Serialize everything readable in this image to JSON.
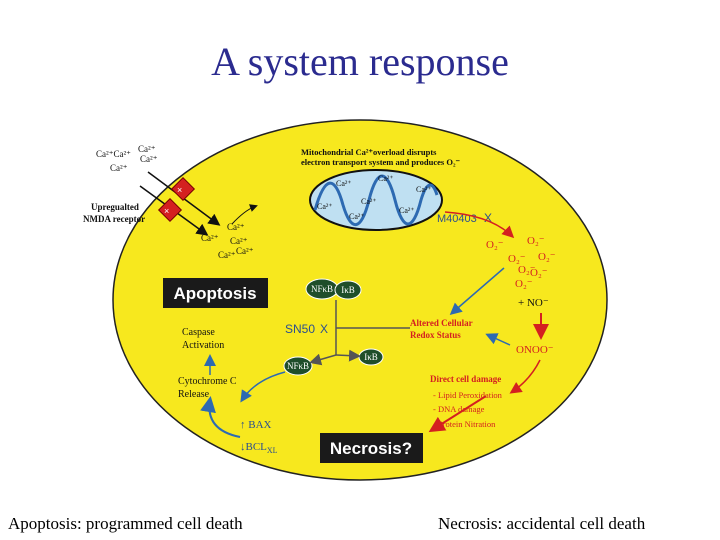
{
  "title": "A system response",
  "caption_left": "Apoptosis: programmed cell death",
  "caption_right": "Necrosis: accidental cell death",
  "colors": {
    "cell_fill": "#f7e81e",
    "mito_fill": "#bfe0f2",
    "ros_red": "#d42020",
    "box_dark": "#1a1a1a",
    "nfkb_green": "#1f4e2a",
    "arrow_blue": "#2d6ab2",
    "title_blue": "#2b2b8f"
  },
  "diagram": {
    "extracellular_ca": [
      "Ca²⁺Ca²⁺",
      "Ca²⁺",
      "Ca²⁺",
      "Ca²⁺"
    ],
    "receptor_label_1": "Upregualted",
    "receptor_label_2": "NMDA receptor",
    "influx_ca": [
      "Ca²⁺",
      "Ca²⁺",
      "Ca²⁺",
      "Ca²⁺",
      "Ca²⁺"
    ],
    "mito_text_1": "Mitochondrial Ca²⁺overload  disrupts",
    "mito_text_2": "electron transport system and produces  O₂⁻",
    "mito_ca": [
      "Ca²⁺",
      "Ca²⁺",
      "Ca²⁺",
      "Ca²⁺",
      "Ca²⁺",
      "Ca²⁺",
      "Ca²⁺"
    ],
    "m40403": "M40403",
    "x_mark": "X",
    "superoxide": [
      "O₂⁻",
      "O₂⁻",
      "O₂⁻",
      "O₂⁻",
      "O₂⁻",
      "O₂⁻",
      "O₂⁻"
    ],
    "no_label": "+ NO⁻",
    "peroxynitrite": "ONOO⁻",
    "apoptosis_box": "Apoptosis",
    "necrosis_box": "Necrosis?",
    "nfkb": "NFκB",
    "ikb": "IκB",
    "sn50": "SN50",
    "redox_1": "Altered Cellular",
    "redox_2": "Redox Status",
    "caspase_1": "Caspase",
    "caspase_2": "Activation",
    "cytc_1": "Cytochrome C",
    "cytc_2": "Release",
    "bax": "↑ BAX",
    "bcl": "↓BCL",
    "bcl_sub": "XL",
    "damage_title": "Direct cell damage",
    "damage_items": [
      "- Lipid Peroxidation",
      "- DNA damage",
      "- Protein Nitration"
    ]
  }
}
